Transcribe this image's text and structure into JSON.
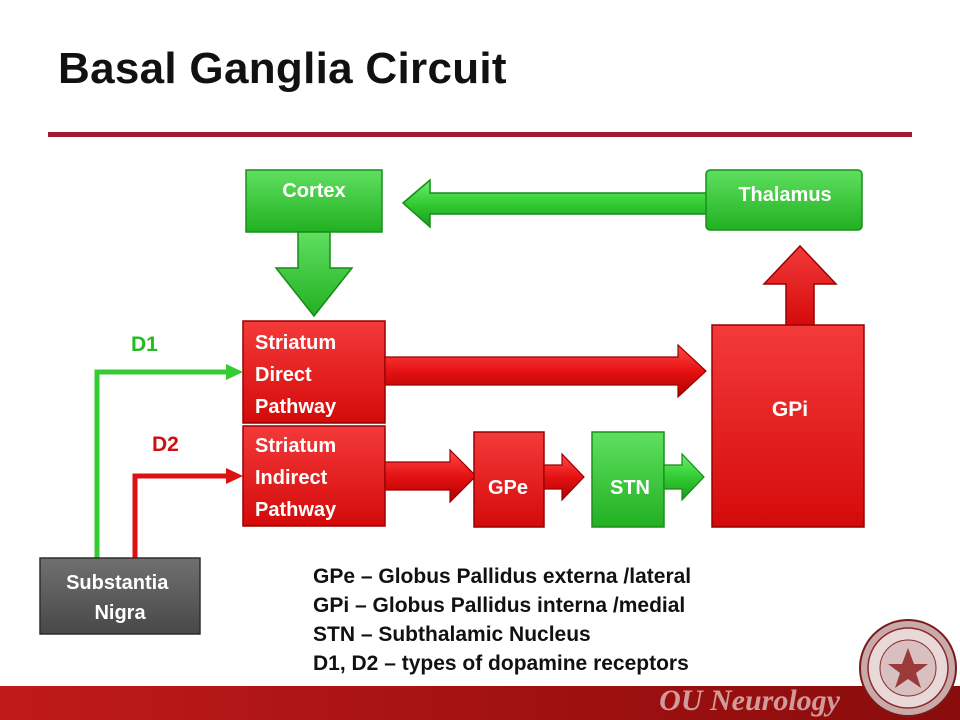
{
  "title": "Basal Ganglia Circuit",
  "nodes": {
    "cortex": "Cortex",
    "thalamus": "Thalamus",
    "striatum_direct": [
      "Striatum",
      "Direct",
      "Pathway"
    ],
    "striatum_indirect": [
      "Striatum",
      "Indirect",
      "Pathway"
    ],
    "gpe": "GPe",
    "stn": "STN",
    "gpi": "GPi",
    "substantia_nigra": [
      "Substantia",
      "Nigra"
    ]
  },
  "receptors": {
    "d1": "D1",
    "d2": "D2"
  },
  "legend": [
    "GPe – Globus Pallidus externa /lateral",
    "GPi – Globus Pallidus interna /medial",
    "STN – Subthalamic Nucleus",
    "D1, D2 – types of dopamine receptors"
  ],
  "footer": {
    "brand": "OU Neurology"
  },
  "colors": {
    "green": "#33cc33",
    "red": "#e81010",
    "gray": "#5a5a5a",
    "maroon": "#9e1b32"
  }
}
